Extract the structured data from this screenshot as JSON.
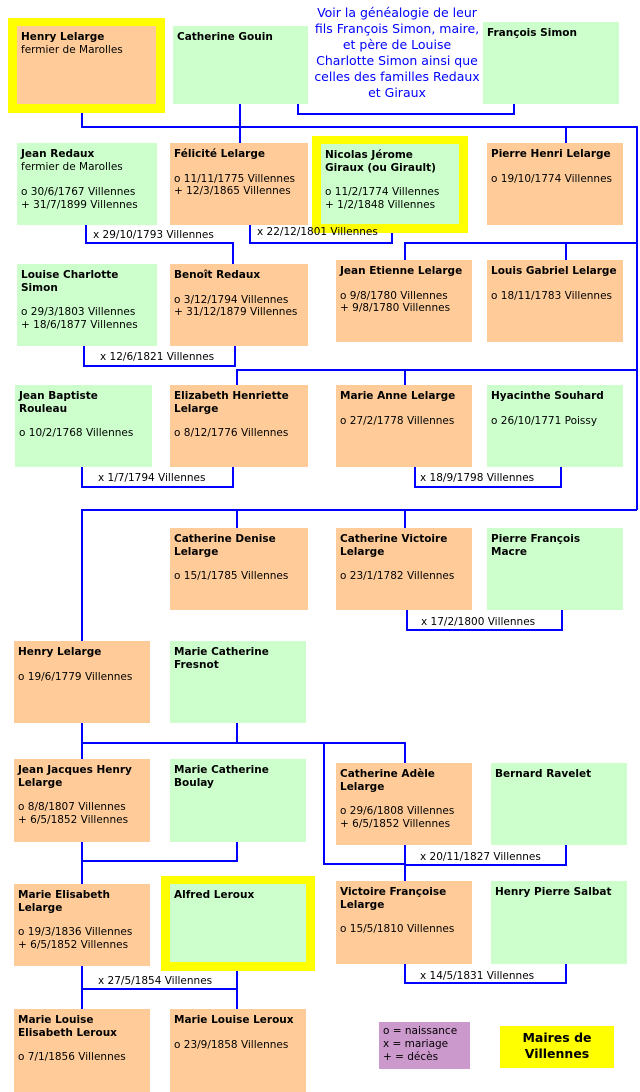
{
  "colors": {
    "female": "#ffcc99",
    "male": "#ccffcc",
    "mayor": "#ffff00",
    "line": "#0000ff",
    "legend": "#cc99cc"
  },
  "note": "Voir la généalogie de leur fils François Simon, maire, et père de Louise Charlotte Simon ainsi que celles des familles Redaux et Giraux",
  "persons": [
    {
      "name": "Henry Lelarge",
      "subtitle": "fermier de Marolles",
      "dates": [],
      "sex": "f",
      "mayor": true
    },
    {
      "name": "Catherine Gouin",
      "dates": [],
      "sex": "m"
    },
    {
      "name": "François Simon",
      "dates": [],
      "sex": "m"
    },
    {
      "name": "Jean Redaux",
      "subtitle": "fermier de Marolles",
      "dates": [
        "o 30/6/1767 Villennes",
        "+ 31/7/1899 Villennes"
      ],
      "sex": "m"
    },
    {
      "name": "Félicité Lelarge",
      "dates": [
        "o 11/11/1775 Villennes",
        "+ 12/3/1865 Villennes"
      ],
      "sex": "f"
    },
    {
      "name": "Nicolas Jérome Giraux (ou Girault)",
      "dates": [
        "o 11/2/1774 Villennes",
        "+ 1/2/1848 Villennes"
      ],
      "sex": "m",
      "mayor": true
    },
    {
      "name": "Pierre Henri Lelarge",
      "dates": [
        "o 19/10/1774 Villennes"
      ],
      "sex": "f"
    },
    {
      "name": "Louise Charlotte Simon",
      "dates": [
        "o 29/3/1803 Villennes",
        "+ 18/6/1877 Villennes"
      ],
      "sex": "m"
    },
    {
      "name": "Benoît Redaux",
      "dates": [
        "o 3/12/1794 Villennes",
        "+ 31/12/1879 Villennes"
      ],
      "sex": "f"
    },
    {
      "name": "Jean Etienne Lelarge",
      "dates": [
        "o 9/8/1780 Villennes",
        "+ 9/8/1780 Villennes"
      ],
      "sex": "f"
    },
    {
      "name": "Louis Gabriel Lelarge",
      "dates": [
        "o 18/11/1783 Villennes"
      ],
      "sex": "f"
    },
    {
      "name": "Jean Baptiste Rouleau",
      "dates": [
        "o 10/2/1768 Villennes"
      ],
      "sex": "m"
    },
    {
      "name": "Elizabeth Henriette Lelarge",
      "dates": [
        "o 8/12/1776 Villennes"
      ],
      "sex": "f"
    },
    {
      "name": "Marie Anne Lelarge",
      "dates": [
        "o 27/2/1778 Villennes"
      ],
      "sex": "f"
    },
    {
      "name": "Hyacinthe Souhard",
      "dates": [
        "o 26/10/1771 Poissy"
      ],
      "sex": "m"
    },
    {
      "name": "Catherine Denise Lelarge",
      "dates": [
        "o 15/1/1785 Villennes"
      ],
      "sex": "f"
    },
    {
      "name": "Catherine Victoire Lelarge",
      "dates": [
        "o 23/1/1782 Villennes"
      ],
      "sex": "f"
    },
    {
      "name": "Pierre François Macre",
      "dates": [],
      "sex": "m"
    },
    {
      "name": "Henry Lelarge",
      "dates": [
        "o 19/6/1779 Villennes"
      ],
      "sex": "f"
    },
    {
      "name": "Marie Catherine Fresnot",
      "dates": [],
      "sex": "m"
    },
    {
      "name": "Jean Jacques Henry Lelarge",
      "dates": [
        "o 8/8/1807 Villennes",
        "+ 6/5/1852 Villennes"
      ],
      "sex": "f"
    },
    {
      "name": "Marie Catherine Boulay",
      "dates": [],
      "sex": "m"
    },
    {
      "name": "Catherine Adèle Lelarge",
      "dates": [
        "o 29/6/1808 Villennes",
        "+ 6/5/1852 Villennes"
      ],
      "sex": "f"
    },
    {
      "name": "Bernard Ravelet",
      "dates": [],
      "sex": "m"
    },
    {
      "name": "Marie Elisabeth Lelarge",
      "dates": [
        "o 19/3/1836 Villennes",
        "+ 6/5/1852 Villennes"
      ],
      "sex": "f"
    },
    {
      "name": "Alfred Leroux",
      "dates": [],
      "sex": "m",
      "mayor": true
    },
    {
      "name": "Victoire Françoise Lelarge",
      "dates": [
        "o 15/5/1810 Villennes"
      ],
      "sex": "f"
    },
    {
      "name": "Henry Pierre Salbat",
      "dates": [],
      "sex": "m"
    },
    {
      "name": "Marie Louise Elisabeth Leroux",
      "dates": [
        "o 7/1/1856 Villennes"
      ],
      "sex": "f"
    },
    {
      "name": "Marie Louise Leroux",
      "dates": [
        "o 23/9/1858 Villennes"
      ],
      "sex": "f"
    }
  ],
  "marriages": [
    "x 29/10/1793 Villennes",
    "x 22/12/1801 Villennes",
    "x 12/6/1821 Villennes",
    "x 1/7/1794 Villennes",
    "x 18/9/1798 Villennes",
    "x 17/2/1800 Villennes",
    "x 20/11/1827 Villennes",
    "x 27/5/1854 Villennes",
    "x 14/5/1831 Villennes"
  ],
  "legend": {
    "items": [
      "o = naissance",
      "x = mariage",
      "+ = décès"
    ],
    "mayors_label": "Maires de Villennes"
  }
}
